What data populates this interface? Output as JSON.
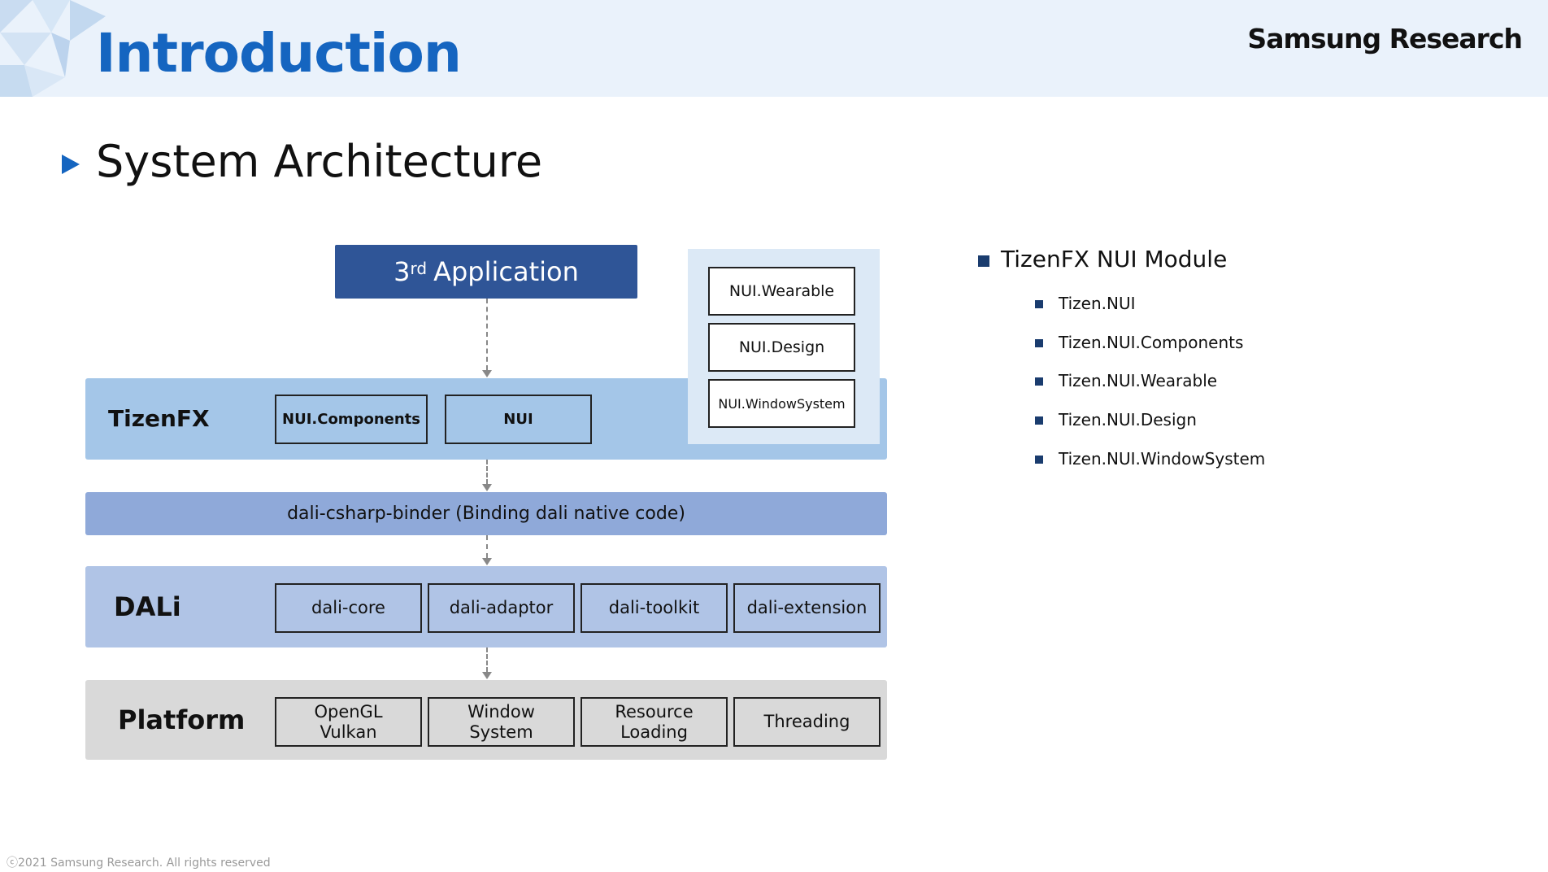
{
  "header": {
    "title": "Introduction",
    "brand": "Samsung Research"
  },
  "section": {
    "heading": "System Architecture"
  },
  "diagram": {
    "application": {
      "sup": "rd",
      "prefix": "3",
      "label": "Application"
    },
    "nui_modules": [
      "NUI.Wearable",
      "NUI.Design",
      "NUI.WindowSystem"
    ],
    "tizenfx": {
      "label": "TizenFX",
      "boxes": [
        "NUI.Components",
        "NUI"
      ]
    },
    "binder": {
      "label": "dali-csharp-binder (Binding dali native code)"
    },
    "dali": {
      "label": "DALi",
      "boxes": [
        "dali-core",
        "dali-adaptor",
        "dali-toolkit",
        "dali-extension"
      ]
    },
    "platform": {
      "label": "Platform",
      "boxes": [
        {
          "line1": "OpenGL",
          "line2": "Vulkan"
        },
        {
          "line1": "Window",
          "line2": "System"
        },
        {
          "line1": "Resource",
          "line2": "Loading"
        },
        {
          "line1": "Threading",
          "line2": ""
        }
      ]
    }
  },
  "module_list": {
    "title": "TizenFX NUI Module",
    "items": [
      "Tizen.NUI",
      "Tizen.NUI.Components",
      "Tizen.NUI.Wearable",
      "Tizen.NUI.Design",
      "Tizen.NUI.WindowSystem"
    ]
  },
  "footer": {
    "text": "ⓒ2021 Samsung Research. All rights reserved"
  },
  "colors": {
    "accent": "#1565c0",
    "app_box": "#2f5597",
    "tizenfx_layer": "#a4c6e8",
    "binder_layer": "#8fa9d9",
    "dali_layer": "#b0c4e6",
    "platform_layer": "#d9d9d9",
    "bullet": "#1a3c6e"
  }
}
